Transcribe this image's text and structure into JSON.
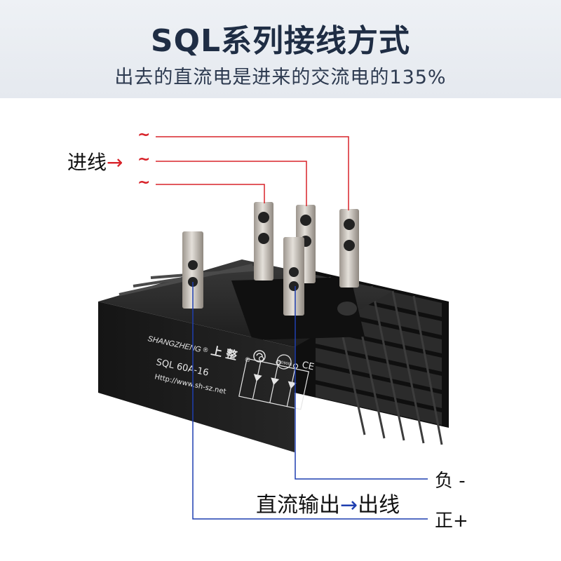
{
  "header": {
    "title": "SQL系列接线方式",
    "subtitle": "出去的直流电是进来的交流电的135%"
  },
  "input": {
    "label": "进线",
    "arrow": "→",
    "phases": [
      "~",
      "~",
      "~"
    ]
  },
  "output": {
    "label": "直流输出",
    "arrow": "→",
    "label2": "出线",
    "negative": "负 -",
    "positive": "正+"
  },
  "device": {
    "brand": "SHANGZHENG",
    "brand_cn": "上 整",
    "reg": "®",
    "model": "SQL   60A-16",
    "url": "Http://www.sh-sz.net",
    "ce": "CE",
    "cert": "ISO9001"
  },
  "colors": {
    "ac_line": "#d8232a",
    "dc_line": "#1f3fb0",
    "body": "#1a1a1a",
    "terminal": "#c9c4bd"
  }
}
